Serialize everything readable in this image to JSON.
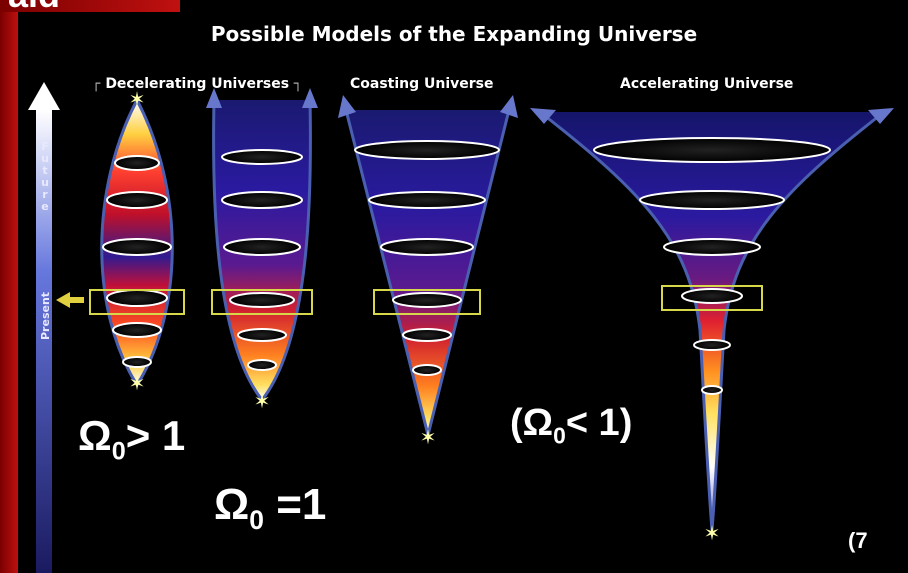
{
  "title": "Possible Models of the Expanding Universe",
  "corner_text": "aid",
  "sections": {
    "decelerating": "Decelerating Universes",
    "coasting": "Coasting Universe",
    "accelerating": "Accelerating Universe"
  },
  "time_axis": {
    "future_label": "Future",
    "present_label": "Present"
  },
  "omega_labels": {
    "greater": {
      "symbol": "Ω",
      "sub": "0",
      "rest": "> 1"
    },
    "equal": {
      "symbol": "Ω",
      "sub": "0",
      "rest": " =1"
    },
    "less": {
      "prefix": "(",
      "symbol": "Ω",
      "sub": "0",
      "rest": "< 1)"
    }
  },
  "footnote": "(7",
  "colors": {
    "outline": "#4a5fb0",
    "present_marker": "#d6d84a",
    "axis": "#5566cc",
    "star": "#ffffaa"
  }
}
